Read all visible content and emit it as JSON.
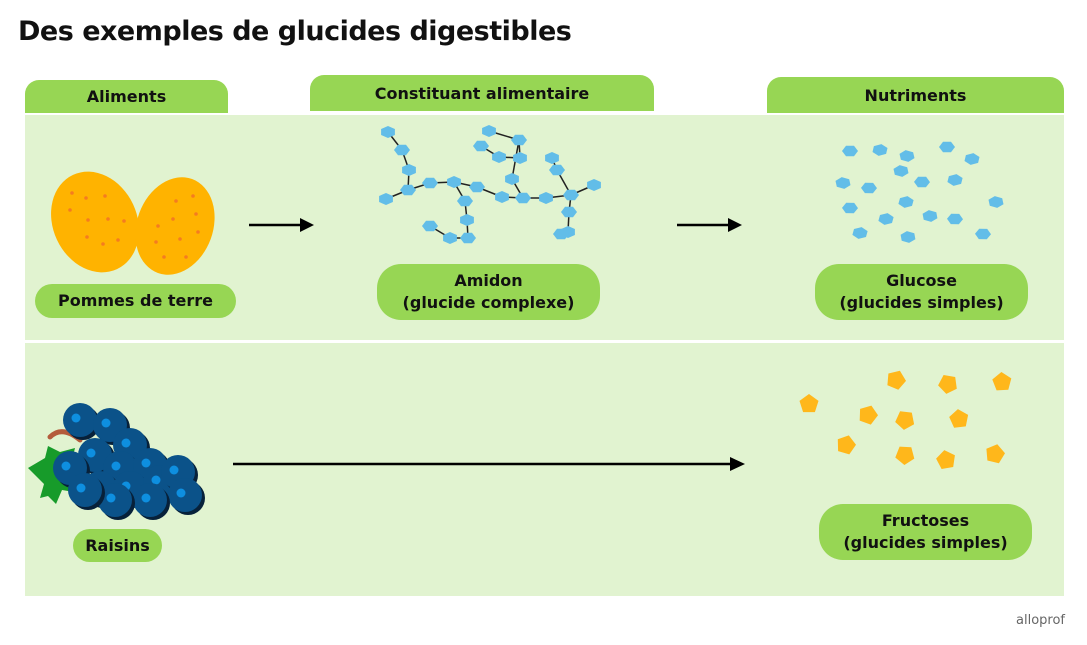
{
  "title": "Des exemples de glucides digestibles",
  "columns": {
    "aliments": "Aliments",
    "constituant": "Constituant alimentaire",
    "nutriments": "Nutriments"
  },
  "rows": [
    {
      "food": "Pommes de terre",
      "food_icon": "potato-icon",
      "constituent": {
        "line1": "Amidon",
        "line2": "(glucide complexe)"
      },
      "nutrient": {
        "line1": "Glucose",
        "line2": "(glucides simples)"
      },
      "molecule_color": "#62bde8"
    },
    {
      "food": "Raisins",
      "food_icon": "grapes-icon",
      "nutrient": {
        "line1": "Fructoses",
        "line2": "(glucides simples)"
      },
      "molecule_color": "#ffb71b"
    }
  ],
  "colors": {
    "tab_green": "#97d654",
    "panel_green": "#e1f3d0",
    "potato": "#ffb300",
    "grape": "#0b5289"
  },
  "footer": "alloprof"
}
